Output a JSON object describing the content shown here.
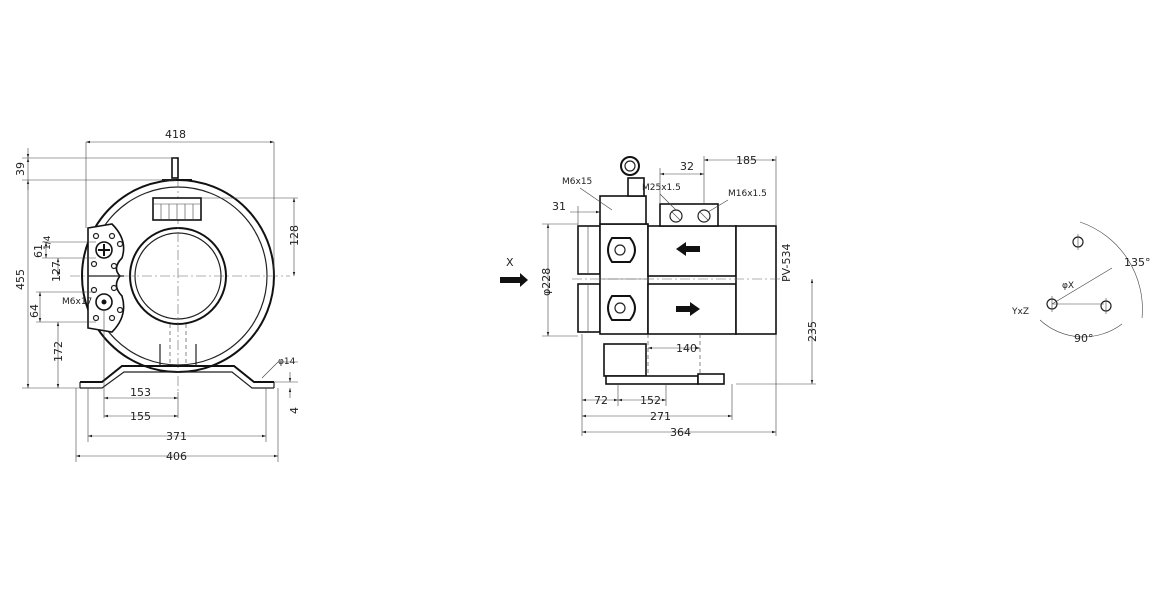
{
  "front_view": {
    "dims": {
      "width_top": "418",
      "height_eye": "39",
      "height_total": "455",
      "port_height": "128",
      "flange_61": "61",
      "thread": "1/4",
      "flange_127": "127",
      "flange_64": "64",
      "bolt_label": "M6x17",
      "base_height": "172",
      "foot_153": "153",
      "foot_155": "155",
      "foot_371": "371",
      "base_406": "406",
      "hole_dia": "φ14",
      "base_thk": "4"
    }
  },
  "side_view": {
    "dims": {
      "inlet_label": "X",
      "bolt_m6x15": "M6x15",
      "conduit_m25": "M25x1.5",
      "conduit_m16": "M16x1.5",
      "dim_32": "32",
      "dim_185": "185",
      "dim_31": "31",
      "dia_228": "φ228",
      "motor_label": "PV-534",
      "dim_140": "140",
      "dim_235": "235",
      "dim_72": "72",
      "dim_152": "152",
      "dim_271": "271",
      "dim_364": "364"
    }
  },
  "orientation_detail": {
    "angle_135": "135°",
    "angle_90": "90°",
    "dia_x": "φX",
    "yxz": "YxZ"
  }
}
